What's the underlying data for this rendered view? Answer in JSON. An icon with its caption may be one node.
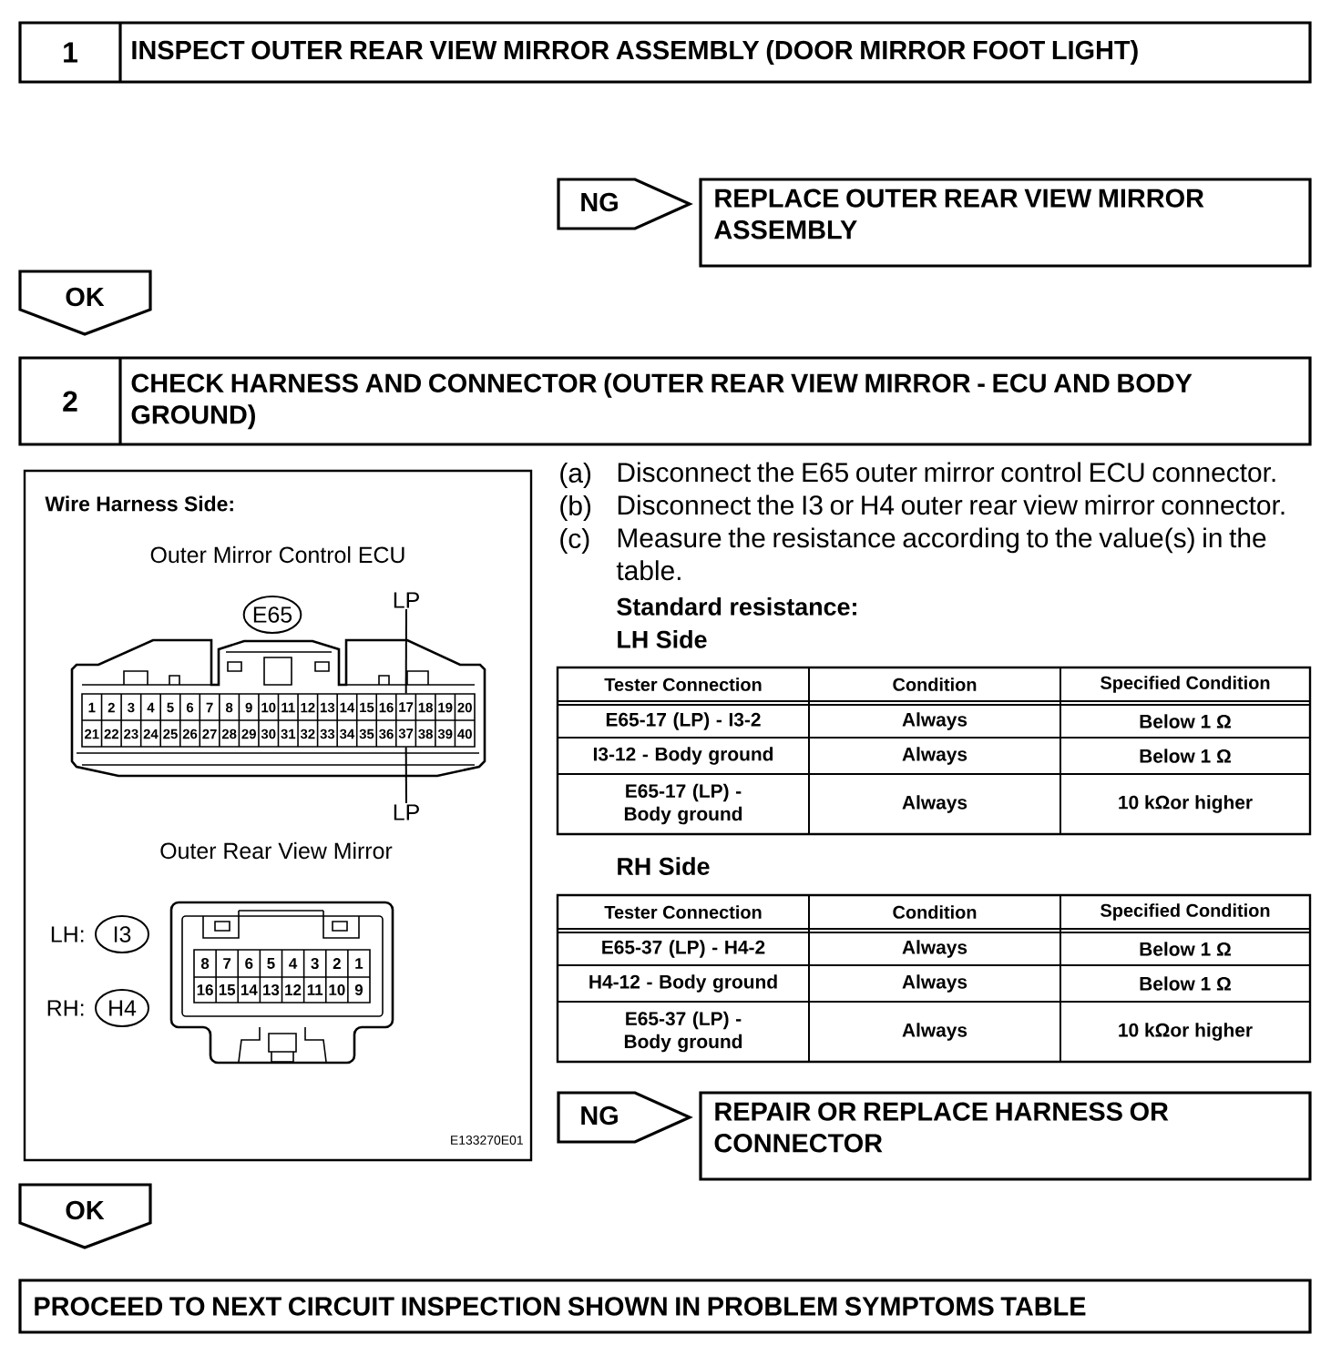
{
  "diagram": {
    "nodes": [
      {
        "text": [
          "1",
          "INSPECT OUTER REAR VIEW MIRROR ASSEMBLY (DOOR MIRROR FOOT LIGHT)"
        ]
      },
      {
        "text": [
          "NG"
        ]
      },
      {
        "text": [
          "REPLACE OUTER REAR VIEW MIRROR ASSEMBLY"
        ]
      },
      {
        "text": [
          "OK"
        ]
      },
      {
        "text": [
          "2",
          "CHECK HARNESS AND CONNECTOR (OUTER REAR VIEW MIRROR - ECU AND BODY GROUND)"
        ]
      },
      {
        "text": [
          "Wire Harness Side:",
          "Outer Mirror Control ECU",
          "Outer Rear View Mirror",
          "E133270E01"
        ]
      },
      {
        "text": [
          "E65"
        ],
        "in": 5
      },
      {
        "text": [
          "LP"
        ],
        "in": 5
      },
      {
        "text": [
          "LP"
        ],
        "in": 5
      },
      {
        "text": [
          "I3"
        ],
        "in": 5,
        "beside": [
          "LH:"
        ]
      },
      {
        "text": [
          "H4"
        ],
        "in": 5,
        "beside": [
          "RH:"
        ]
      },
      {
        "text": [
          "NG"
        ]
      },
      {
        "text": [
          "REPAIR OR REPLACE HARNESS OR CONNECTOR"
        ]
      },
      {
        "text": [
          "OK"
        ]
      },
      {
        "text": [
          "PROCEED TO NEXT CIRCUIT INSPECTION SHOWN IN PROBLEM SYMPTOMS TABLE"
        ]
      },
      {
        "text": [
          "17"
        ],
        "in": 5
      },
      {
        "text": [
          "37"
        ],
        "in": 5
      }
    ],
    "edges": [
      {
        "from": 7,
        "to": 15,
        "arrow": "none"
      },
      {
        "from": 8,
        "to": 16,
        "arrow": "none"
      }
    ],
    "labels": [
      "(a)",
      "Disconnect the E65 outer mirror control ECU connector.",
      "(b)",
      "Disconnect the I3 or H4 outer rear view mirror connector.",
      "(c)",
      "Measure the resistance according to the value(s) in the table.",
      "Standard resistance:",
      "LH Side",
      "Tester Connection",
      "Condition",
      "Specified Condition",
      "E65-17 (LP) - I3-2",
      "Always",
      "Below 1 Ω",
      "I3-12 - Body ground",
      "Always",
      "Below 1 Ω",
      "E65-17 (LP) - Body ground",
      "Always",
      "10 kΩor higher",
      "RH Side",
      "Tester Connection",
      "Condition",
      "Specified Condition",
      "E65-37 (LP) - H4-2",
      "Always",
      "Below 1 Ω",
      "H4-12 - Body ground",
      "Always",
      "Below 1 Ω",
      "E65-37 (LP) - Body ground",
      "Always",
      "10 kΩor higher",
      "1",
      "2",
      "3",
      "4",
      "5",
      "6",
      "7",
      "8",
      "9",
      "10",
      "11",
      "12",
      "13",
      "14",
      "15",
      "16",
      "18",
      "19",
      "20",
      "21",
      "22",
      "23",
      "24",
      "25",
      "26",
      "27",
      "28",
      "29",
      "30",
      "31",
      "32",
      "33",
      "34",
      "35",
      "36",
      "38",
      "39",
      "40",
      "8",
      "7",
      "6",
      "5",
      "4",
      "3",
      "2",
      "1",
      "16",
      "15",
      "14",
      "13",
      "12",
      "11",
      "10",
      "9"
    ]
  }
}
